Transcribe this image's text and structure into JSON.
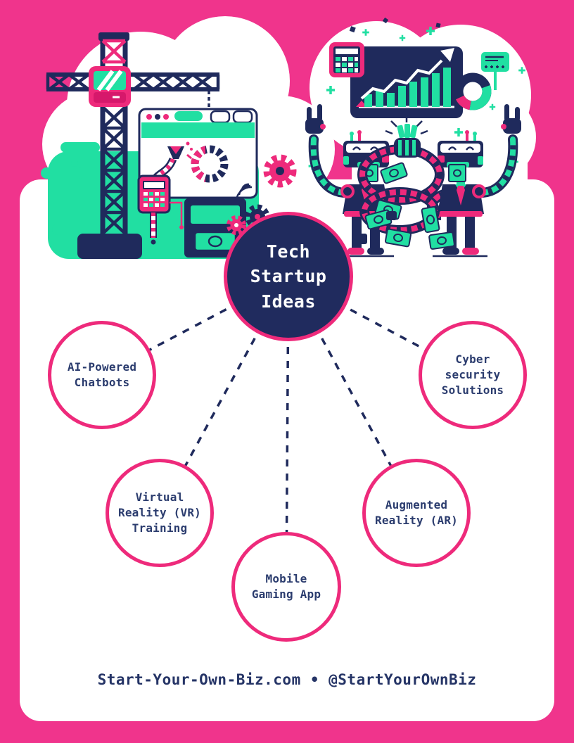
{
  "title": "Tech Startup Ideas infographic",
  "colors": {
    "background_pink": "#F0348C",
    "accent_pink": "#EE2A7B",
    "navy": "#1F2A5C",
    "mint_green": "#21DFA2",
    "text_navy": "#2B3C6E",
    "white": "#FFFFFF"
  },
  "diagram": {
    "type": "mind-map",
    "center": {
      "label": "Tech\nStartup\nIdeas"
    },
    "nodes": [
      {
        "id": "ai-powered-chatbots",
        "label": "AI-Powered\nChatbots"
      },
      {
        "id": "virtual-reality-training",
        "label": "Virtual\nReality (VR)\nTraining"
      },
      {
        "id": "mobile-gaming-app",
        "label": "Mobile\nGaming App"
      },
      {
        "id": "augmented-reality",
        "label": "Augmented\nReality (AR)"
      },
      {
        "id": "cyber-security-solutions",
        "label": "Cyber\nsecurity\nSolutions"
      }
    ]
  },
  "footer": {
    "text": "Start-Your-Own-Biz.com • @StartYourOwnBiz"
  },
  "illustrations": {
    "left": [
      "cloud",
      "construction-crane",
      "crane-cab",
      "browser-window-loading-spinner",
      "robot-arm-funnel",
      "calculator",
      "server-platform",
      "money-bill",
      "gears",
      "green-splash-pills"
    ],
    "right": [
      "cloud",
      "growth-bar-chart-panel",
      "trend-arrow",
      "donut-chart",
      "calculator",
      "message-panel",
      "plus-sparkles",
      "robot-printers-with-money",
      "raised-fist-with-cash",
      "money-bills"
    ]
  }
}
